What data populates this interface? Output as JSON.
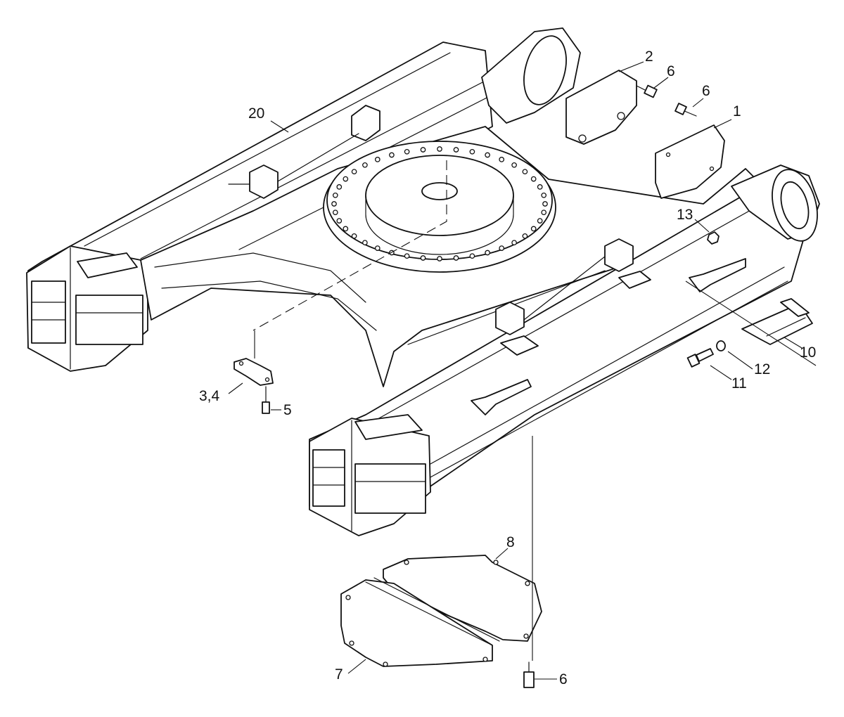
{
  "diagram": {
    "colors": {
      "line": "#111111",
      "background": "#ffffff"
    },
    "callouts": [
      {
        "id": "c20",
        "text": "20"
      },
      {
        "id": "c2",
        "text": "2"
      },
      {
        "id": "c6a",
        "text": "6"
      },
      {
        "id": "c6b",
        "text": "6"
      },
      {
        "id": "c1",
        "text": "1"
      },
      {
        "id": "c13",
        "text": "13"
      },
      {
        "id": "c10",
        "text": "10"
      },
      {
        "id": "c12",
        "text": "12"
      },
      {
        "id": "c11",
        "text": "11"
      },
      {
        "id": "c34",
        "text": "3,4"
      },
      {
        "id": "c5",
        "text": "5"
      },
      {
        "id": "c8",
        "text": "8"
      },
      {
        "id": "c7",
        "text": "7"
      },
      {
        "id": "c6c",
        "text": "6"
      }
    ]
  }
}
